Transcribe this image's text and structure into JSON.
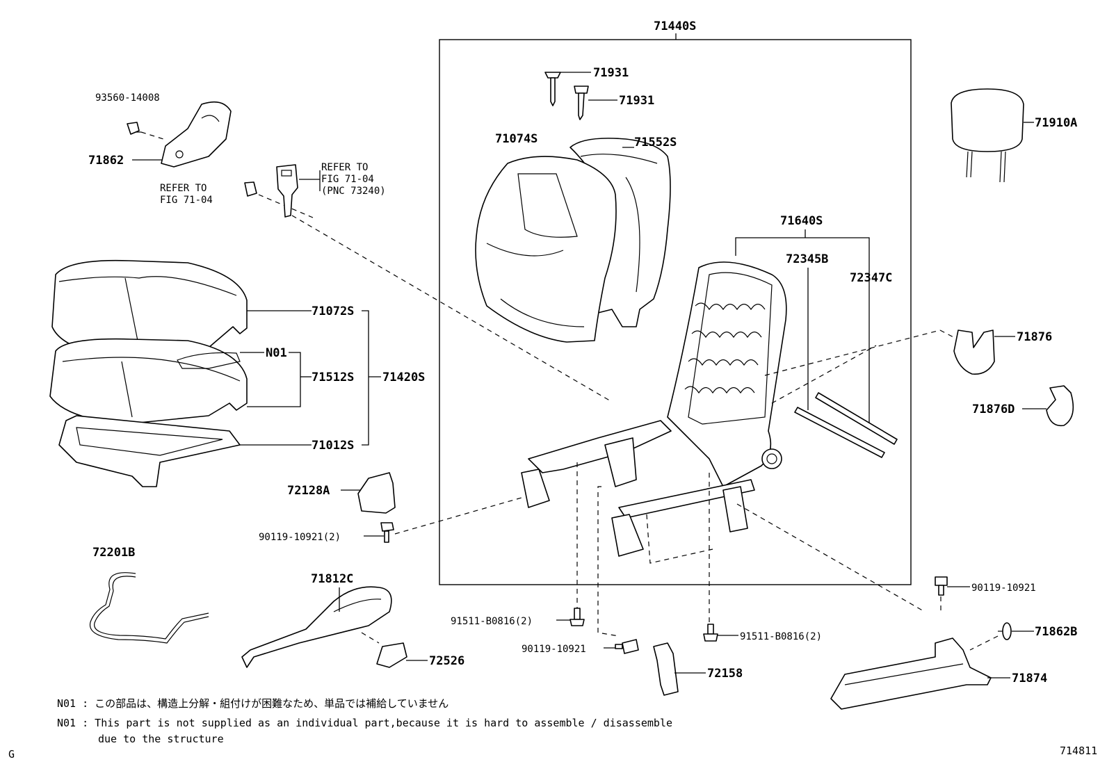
{
  "labels": {
    "p71440S": "71440S",
    "p71931a": "71931",
    "p71931b": "71931",
    "p71074S": "71074S",
    "p71552S": "71552S",
    "p71640S": "71640S",
    "p72345B": "72345B",
    "p72347C": "72347C",
    "p71910A": "71910A",
    "p71876": "71876",
    "p71876D": "71876D",
    "p93560": "93560-14008",
    "p71862": "71862",
    "refer_a1": "REFER TO",
    "refer_a2": "FIG 71-04",
    "refer_b1": "REFER TO",
    "refer_b2": "FIG 71-04",
    "refer_b3": "(PNC 73240)",
    "p71072S": "71072S",
    "pN01": "N01",
    "p71512S": "71512S",
    "p71420S": "71420S",
    "p71012S": "71012S",
    "p72128A": "72128A",
    "p90119_2": "90119-10921(2)",
    "p72201B": "72201B",
    "p71812C": "71812C",
    "p72526": "72526",
    "p91511a": "91511-B0816(2)",
    "p90119b": "90119-10921",
    "p91511b": "91511-B0816(2)",
    "p72158": "72158",
    "p90119c": "90119-10921",
    "p71862B": "71862B",
    "p71874": "71874"
  },
  "notes": {
    "jp": "N01 : この部品は、構造上分解・組付けが困難なため、単品では補給していません",
    "en1": "N01 : This part is not supplied as an individual part,because it is hard to assemble / disassemble",
    "en2": "due to the structure"
  },
  "footer": {
    "left": "G",
    "right": "714811"
  }
}
